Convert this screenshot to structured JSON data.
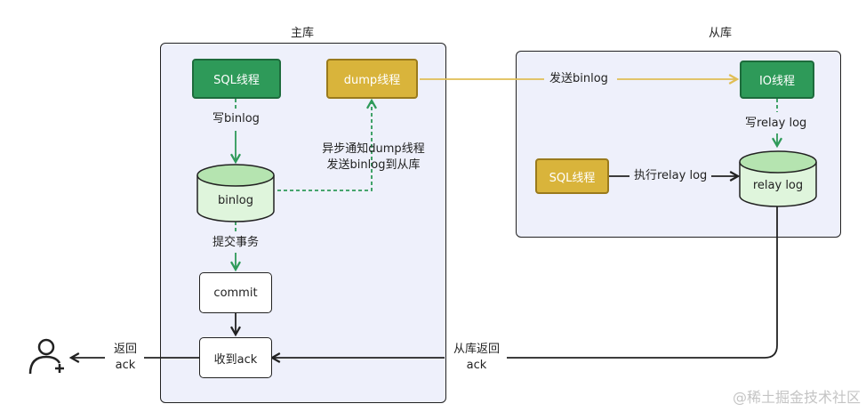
{
  "master": {
    "title": "主库"
  },
  "slave": {
    "title": "从库"
  },
  "nodes": {
    "sql_thread_master": "SQL线程",
    "dump_thread": "dump线程",
    "binlog": "binlog",
    "commit": "commit",
    "receive_ack": "收到ack",
    "io_thread": "IO线程",
    "sql_thread_slave": "SQL线程",
    "relay_log": "relay log"
  },
  "edges": {
    "write_binlog": "写binlog",
    "async_notify_line1": "异步通知dump线程",
    "async_notify_line2": "发送binlog到从库",
    "commit_txn": "提交事务",
    "send_binlog": "发送binlog",
    "write_relay_log": "写relay log",
    "exec_relay_log": "执行relay log",
    "slave_return_line1": "从库返回",
    "slave_return_line2": "ack",
    "return_line1": "返回",
    "return_line2": "ack"
  },
  "icons": {
    "user": "user-add-icon"
  },
  "watermark": "@稀土掘金技术社区",
  "colors": {
    "green": "#2e9a59",
    "gold": "#d9b43b",
    "panel": "#eef0fb",
    "arrow_gold": "#e0be55"
  }
}
